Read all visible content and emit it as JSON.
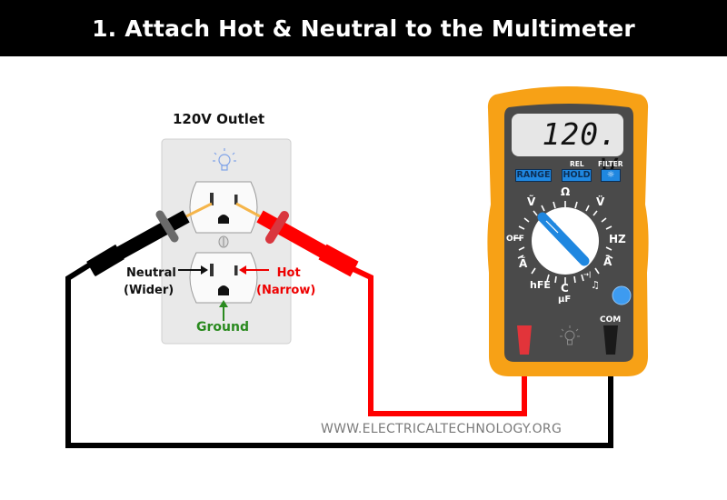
{
  "header": {
    "title": "1. Attach Hot & Neutral to the Multimeter"
  },
  "outlet": {
    "title": "120V Outlet",
    "labels": {
      "neutral_line1": "Neutral",
      "neutral_line2": "(Wider)",
      "hot_line1": "Hot",
      "hot_line2": "(Narrow)",
      "ground": "Ground"
    },
    "icon": "lightbulb-icon"
  },
  "multimeter": {
    "display": "120. V",
    "buttons": {
      "range": "RANGE",
      "hold": "HOLD",
      "filter": "☼"
    },
    "button_labels": {
      "rel": "REL",
      "filter": "FILTER"
    },
    "dial_labels": {
      "ohm": "Ω",
      "vac": "Ṽ",
      "vdc": "V̈",
      "off": "OFF",
      "hz": "HZ",
      "aac": "Ã",
      "adc": "Ä",
      "hfe": "hFE",
      "cap": "C",
      "uf": "μF",
      "diode": "→|",
      "sound": "♫"
    },
    "jacks": {
      "com": "COM"
    },
    "colors": {
      "body": "#f7a116",
      "panel": "#4a4a4a",
      "lcd": "#e6e6e6",
      "accent": "#1f87e0"
    }
  },
  "wires": {
    "hot_color": "#ff0000",
    "neutral_color": "#000000",
    "lead_tip_color": "#f5b54a"
  },
  "watermark": "WWW.ELECTRICALTECHNOLOGY.ORG"
}
